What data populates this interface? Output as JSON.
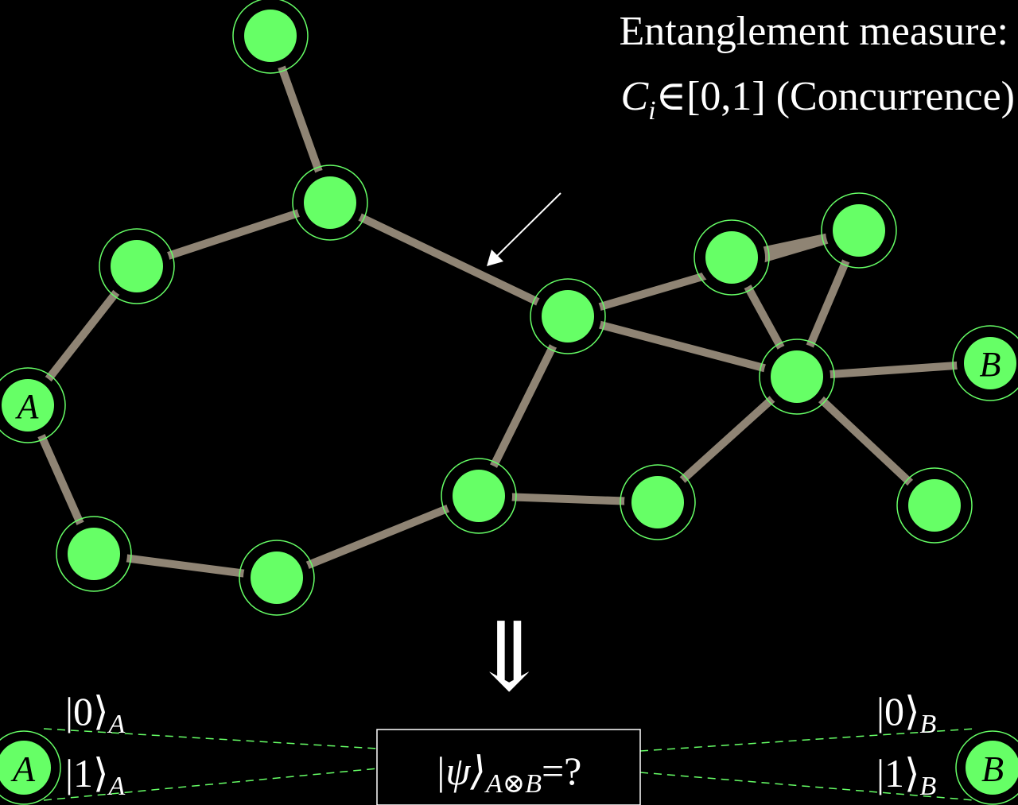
{
  "title_line1": "Entanglement measure:",
  "title_line2": {
    "symbol": "C",
    "subscript": "i",
    "rest": "∈[0,1] (Concurrence)"
  },
  "colors": {
    "background": "#000000",
    "node_fill": "#66ff66",
    "node_ring": "#66ff66",
    "edge": "#8f8474",
    "dashed": "#66ff66",
    "text": "#ffffff"
  },
  "graph": {
    "nodes": [
      {
        "id": "n1",
        "label": ""
      },
      {
        "id": "n2",
        "label": ""
      },
      {
        "id": "n3",
        "label": ""
      },
      {
        "id": "n4",
        "label": ""
      },
      {
        "id": "nA",
        "label": "A"
      },
      {
        "id": "n6",
        "label": ""
      },
      {
        "id": "n7",
        "label": ""
      },
      {
        "id": "n8",
        "label": ""
      },
      {
        "id": "n9",
        "label": ""
      },
      {
        "id": "n10",
        "label": ""
      },
      {
        "id": "n11",
        "label": ""
      },
      {
        "id": "n12",
        "label": ""
      },
      {
        "id": "n13",
        "label": ""
      },
      {
        "id": "nB",
        "label": "B"
      },
      {
        "id": "n15",
        "label": ""
      },
      {
        "id": "n16",
        "label": ""
      }
    ],
    "edges": [
      [
        "n1",
        "n2"
      ],
      [
        "n2",
        "n3"
      ],
      [
        "n3",
        "nA"
      ],
      [
        "nA",
        "n6"
      ],
      [
        "n6",
        "n7"
      ],
      [
        "n7",
        "n8"
      ],
      [
        "n8",
        "n4"
      ],
      [
        "n2",
        "n4"
      ],
      [
        "n4",
        "n12"
      ],
      [
        "n4",
        "n10"
      ],
      [
        "n8",
        "n9"
      ],
      [
        "n9",
        "n10"
      ],
      [
        "n10",
        "n11"
      ],
      [
        "n11",
        "n12"
      ],
      [
        "n12",
        "n10"
      ],
      [
        "n10",
        "nB"
      ],
      [
        "n10",
        "n16"
      ]
    ]
  },
  "arrow_down": "⇓",
  "bottom": {
    "node_A": "A",
    "node_B": "B",
    "ket0_A": {
      "ket": "|0⟩",
      "sub": "A"
    },
    "ket1_A": {
      "ket": "|1⟩",
      "sub": "A"
    },
    "ket0_B": {
      "ket": "|0⟩",
      "sub": "B"
    },
    "ket1_B": {
      "ket": "|1⟩",
      "sub": "B"
    },
    "state_box": {
      "psi": "|ψ⟩",
      "sub": "A⊗B",
      "rest": "=?"
    }
  }
}
